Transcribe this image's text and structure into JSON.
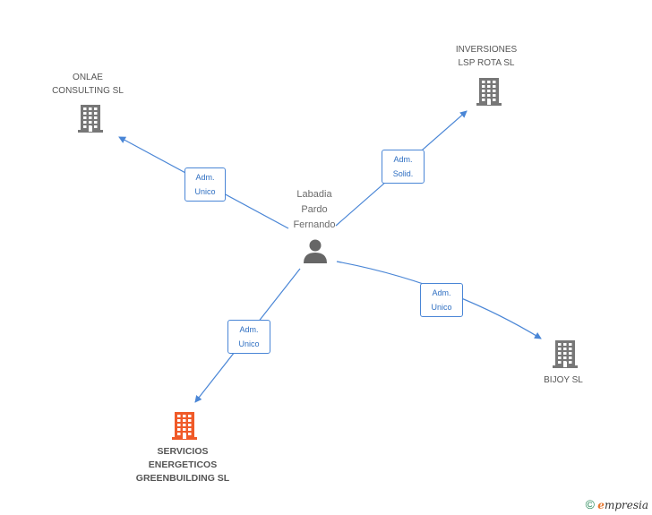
{
  "person": {
    "name": "Labadia\nPardo\nFernando"
  },
  "companies": [
    {
      "id": "onlae",
      "name": "ONLAE\nCONSULTING SL",
      "color": "#777777",
      "highlight": false
    },
    {
      "id": "inversiones",
      "name": "INVERSIONES\nLSP ROTA SL",
      "color": "#777777",
      "highlight": false
    },
    {
      "id": "bijoy",
      "name": "BIJOY SL",
      "color": "#777777",
      "highlight": false
    },
    {
      "id": "servicios",
      "name": "SERVICIOS\nENERGETICOS\nGREENBUILDING SL",
      "color": "#f05a28",
      "highlight": true
    }
  ],
  "relations": [
    {
      "to": "onlae",
      "role": "Adm.\nUnico"
    },
    {
      "to": "inversiones",
      "role": "Adm.\nSolid."
    },
    {
      "to": "bijoy",
      "role": "Adm.\nUnico"
    },
    {
      "to": "servicios",
      "role": "Adm.\nUnico"
    }
  ],
  "colors": {
    "edge": "#4a86d6",
    "building": "#777777",
    "building_highlight": "#f05a28",
    "person": "#666666"
  },
  "footer": {
    "copyright_symbol": "©",
    "brand_initial": "e",
    "brand_rest": "mpresia"
  }
}
